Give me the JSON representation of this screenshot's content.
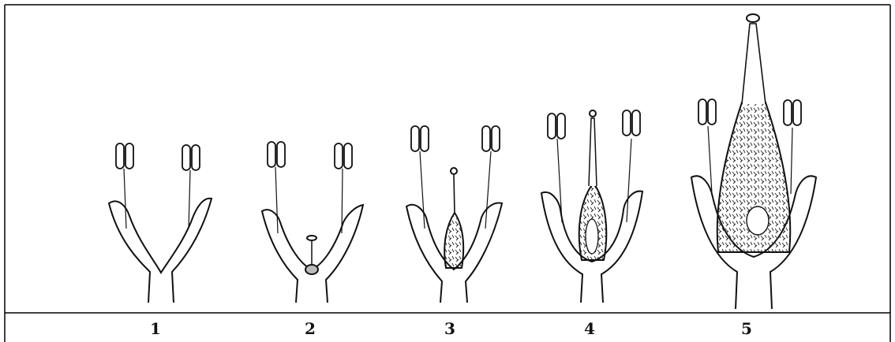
{
  "figure": {
    "stages": [
      {
        "label": "1"
      },
      {
        "label": "2"
      },
      {
        "label": "3"
      },
      {
        "label": "4"
      },
      {
        "label": "5"
      }
    ]
  }
}
